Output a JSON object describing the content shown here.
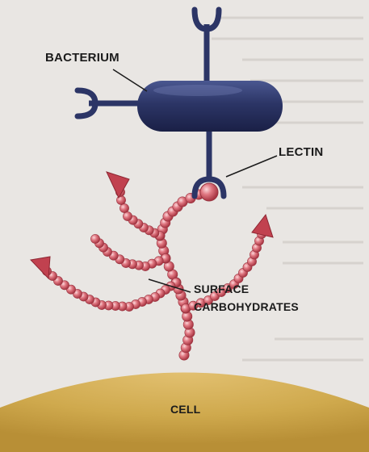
{
  "labels": {
    "bacterium": "BACTERIUM",
    "lectin": "LECTIN",
    "surface_line1": "SURFACE",
    "surface_line2": "CARBOHYDRATES",
    "cell": "CELL"
  },
  "colors": {
    "page_background": "#e9e6e3",
    "bacterium": "#2c3566",
    "bead": "#d9626e",
    "cell_surface": "#d3ad52",
    "side_strip": "#0a8a9c"
  }
}
